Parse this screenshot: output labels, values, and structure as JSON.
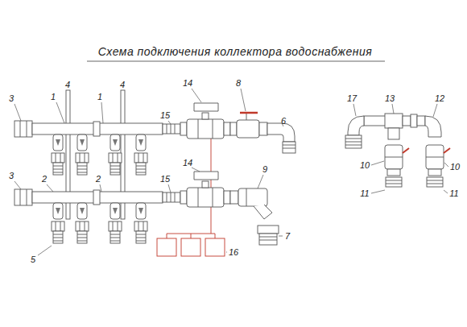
{
  "diagram": {
    "title": "Схема подключения коллектора водоснабжения",
    "labels": [
      "4",
      "4",
      "14",
      "8",
      "3",
      "1",
      "1",
      "17",
      "13",
      "12",
      "15",
      "6",
      "3",
      "2",
      "2",
      "15",
      "14",
      "9",
      "10",
      "10",
      "11",
      "11",
      "7",
      "16",
      "5"
    ]
  }
}
